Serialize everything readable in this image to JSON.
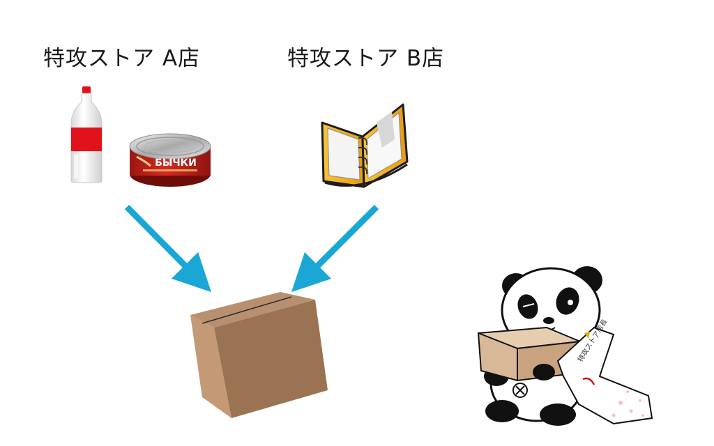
{
  "stores": {
    "store_a": {
      "name": "特攻ストア A店"
    },
    "store_b": {
      "name": "特攻ストア B店"
    }
  },
  "products": {
    "can_label": "БЫЧКИ"
  },
  "mascot": {
    "sash_text": "特攻ストア店長"
  },
  "colors": {
    "arrow": "#1ba7d6",
    "box": "#9a7452",
    "box_light": "#b89070",
    "bottle_band": "#e1121b",
    "can_red": "#c8201c",
    "binder": "#f0b21c"
  },
  "icons": {
    "bottle": "bottle-icon",
    "can": "tin-can-icon",
    "binder": "binder-icon",
    "box": "cardboard-box-icon",
    "mascot": "panda-mascot-icon"
  }
}
